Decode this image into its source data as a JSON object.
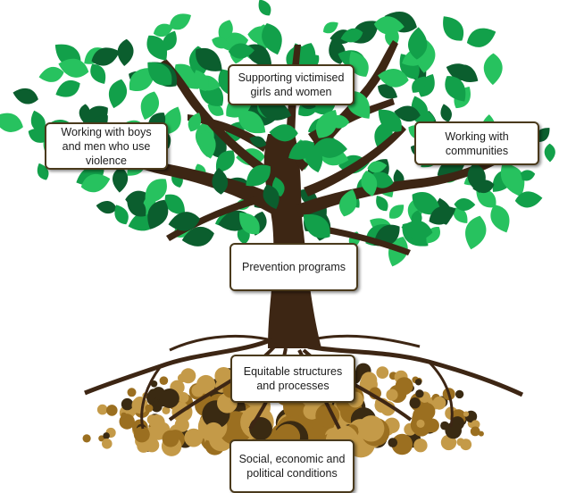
{
  "colors": {
    "leaf_light": "#27c25f",
    "leaf_mid": "#12a04a",
    "leaf_dark": "#0b5e2e",
    "bark": "#3d2614",
    "root_circle_light": "#c49a48",
    "root_circle_mid": "#9b6f20",
    "root_circle_dark": "#3a2a12",
    "box_border": "#4a3a1c"
  },
  "labels": {
    "supporting": "Supporting victimised\ngirls and women",
    "boys": "Working with boys\nand men who use\nviolence",
    "communities": "Working with\ncommunities",
    "prevention": "Prevention programs",
    "equitable": "Equitable structures\nand processes",
    "social": "Social, economic and\npolitical conditions"
  }
}
